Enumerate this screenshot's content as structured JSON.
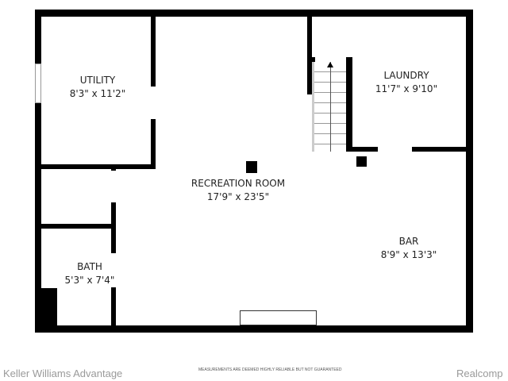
{
  "floorplan": {
    "rooms": [
      {
        "name": "UTILITY",
        "dims": "8'3\" x 11'2\""
      },
      {
        "name": "LAUNDRY",
        "dims": "11'7\" x 9'10\""
      },
      {
        "name": "RECREATION ROOM",
        "dims": "17'9\" x 23'5\""
      },
      {
        "name": "BAR",
        "dims": "8'9\" x 13'3\""
      },
      {
        "name": "BATH",
        "dims": "5'3\" x 7'4\""
      }
    ]
  },
  "footer": {
    "left": "Keller Williams Advantage",
    "center": "MEASUREMENTS ARE DEEMED HIGHLY RELIABLE BUT NOT GUARANTEED",
    "right": "Realcomp"
  }
}
